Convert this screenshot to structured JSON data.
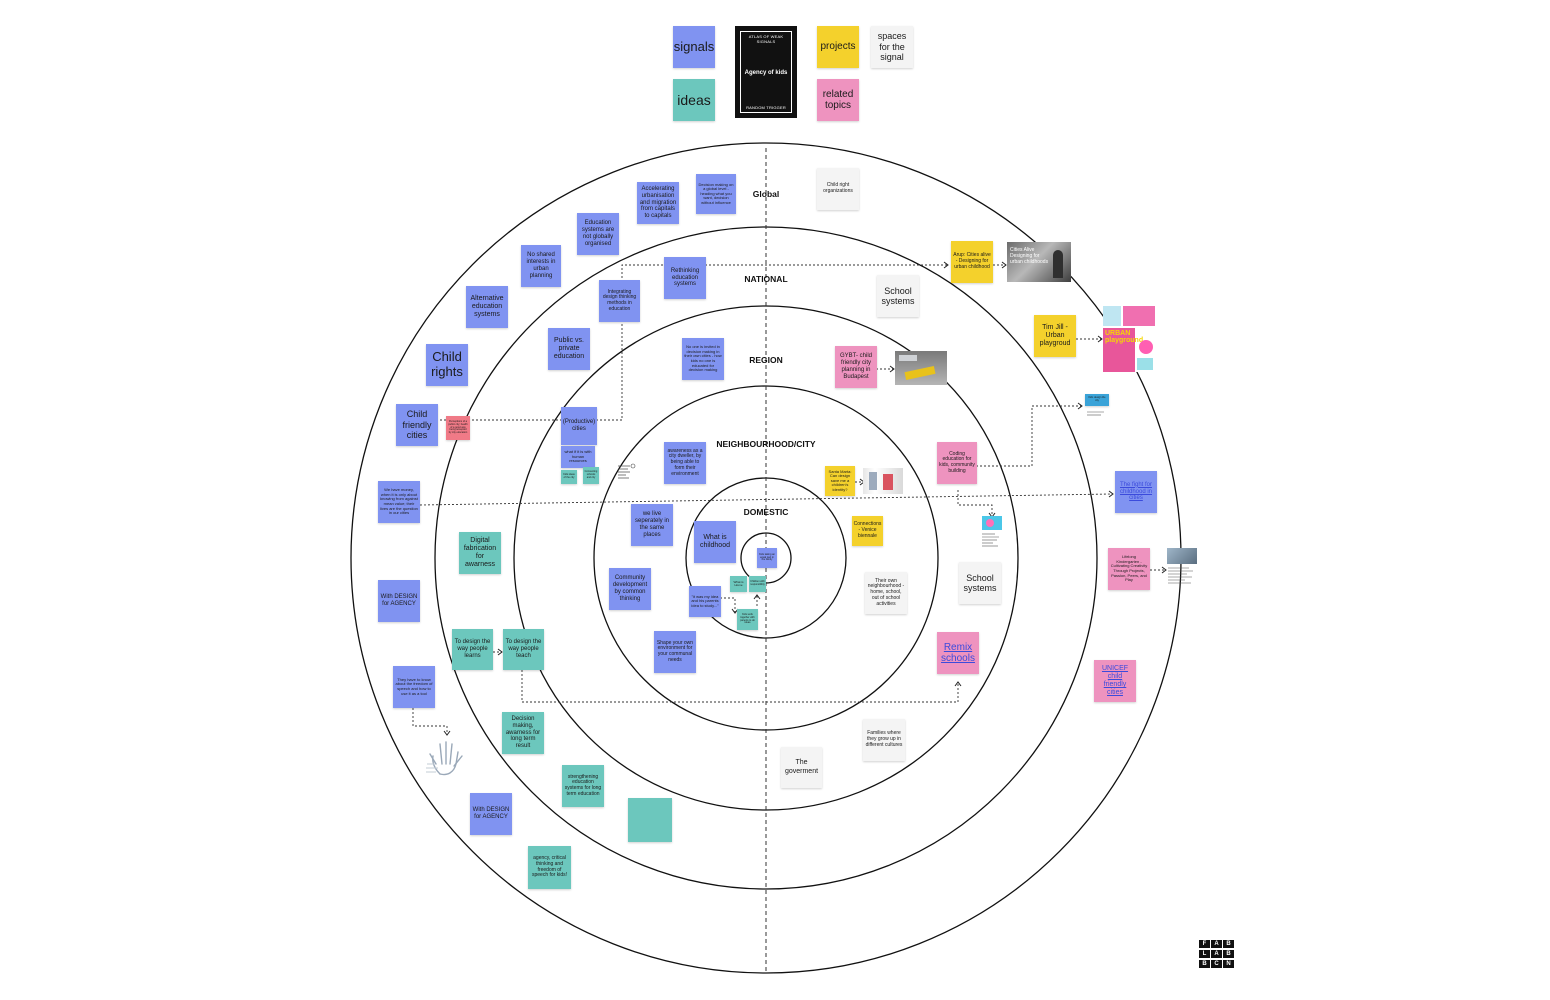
{
  "legend": {
    "signals": "signals",
    "ideas": "ideas",
    "projects": "projects",
    "spaces": "spaces for the signal",
    "related": "related topics"
  },
  "card": {
    "top": "ATLAS OF WEAK SIGNALS",
    "middle": "Agency of kids",
    "bottom": "RANDOM TRIGGER"
  },
  "rings": {
    "global": "Global",
    "national": "NATIONAL",
    "region": "REGION",
    "neighbourhood": "NEIGHBOURHOOD/CITY",
    "domestic": "DOMESTIC"
  },
  "notes": {
    "accelerating": "Accelerating urbanisation and migration from capitals to capitals",
    "decision_global": "Decision making on a global level - heading what you want, decision without influence",
    "child_right_orgs": "Child right organizations",
    "education_systems_global": "Education systems are not globally organised",
    "no_shared": "No shared interests in urban planning",
    "alternative_education": "Alternative education systems",
    "child_rights": "Child rights",
    "child_friendly_cities": "Child friendly cities",
    "red_note": "Perceptions of a public city; health of a good way being accepted by city education",
    "rethinking": "Rethinking education systems",
    "integrating": "Integrating design thinking methods in education",
    "public_private": "Public vs. private education",
    "school_systems_national": "School systems",
    "arup": "Arup: Cities alive - Designing for urban childhood",
    "tim_jill": "Tim Jill - Urban playgroud",
    "no_one_invited": "No one is invited in decision making in their own cities - how kids no one is educated for decision making",
    "gyet": "GYBT- child friendly city planning in Budapest",
    "productive_cities": "(Productive) cities",
    "what_if": "what if it is with human resources",
    "small_idea_1": "Kids ideas of the city",
    "small_idea_2": "Connecting schools and city",
    "awareness_city": "awareness as a city dweller, by being able to form their environment",
    "coding": "Coding education for kids, community building",
    "santa_marta": "Santa Marta: Can design save me a children's identity?",
    "connections": "Connections - Venice biennale",
    "we_believe": "We have money, when it is only about knowing from against mean value; their lives are the question in our cities",
    "fight_childhood": "The fight for childhood in cities",
    "we_live": "we live seperately in the same places",
    "what_is_childhood": "What is childhood",
    "domestic_center": "Kids taking an equal part in the family",
    "digital_fabrication": "Digital fabrication for awarness",
    "community_development": "Community development by common thinking",
    "what_is_small": "What is Home",
    "small_idea_3": "Children with responsibility",
    "it_was_my_idea": "\"it was my idea and his parents idea to study...\"",
    "small_idea_4": "Kids work together with parents to do ideas",
    "their_own": "Their own neighbourhood - home, school, out of school activities",
    "school_systems_region": "School systems",
    "lifelong": "Lifelong Kindergarten - Cultivating Creativity Through Projects, Passion, Peers, and Play",
    "with_design_1": "With DESIGN for AGENCY",
    "to_design_learns": "To design the way people learns",
    "to_design_teach": "To design the way people teach",
    "shape_your_own": "Shape your own environment for your communal needs",
    "remix_schools": "Remix schools",
    "unicef": "UNICEF child friendly cities",
    "they_have_to": "They have to know about the freedom of speech and how to use it as a tool",
    "decision_long": "Decision making, awarness for long term result",
    "families": "Families where they grow up in different cultures",
    "the_government": "The goverment",
    "strengthening": "strengthening education systems for long term education",
    "with_design_2": "With DESIGN for AGENCY",
    "agency_critical": "agency, critical thinking and freedom of speech for kids!",
    "blank_idea": ""
  },
  "tiny_texts": {
    "arup_img": "Cities Alive Designing for urban childhoods",
    "urban_img": "URBAN playground",
    "lifelong_side": "Lifelong Kindergarten",
    "santa_side": "",
    "blue_small": "Kids design the city"
  },
  "logo": {
    "r1c1": "F",
    "r1c2": "A",
    "r1c3": "B",
    "r2c1": "L",
    "r2c2": "A",
    "r2c3": "B",
    "r3c1": "B",
    "r3c2": "C",
    "r3c3": "N"
  },
  "colors": {
    "signal": "#8093f1",
    "idea": "#6cc7bd",
    "project": "#f4d12c",
    "related": "#ee93bf",
    "space": "#f4f4f4"
  }
}
